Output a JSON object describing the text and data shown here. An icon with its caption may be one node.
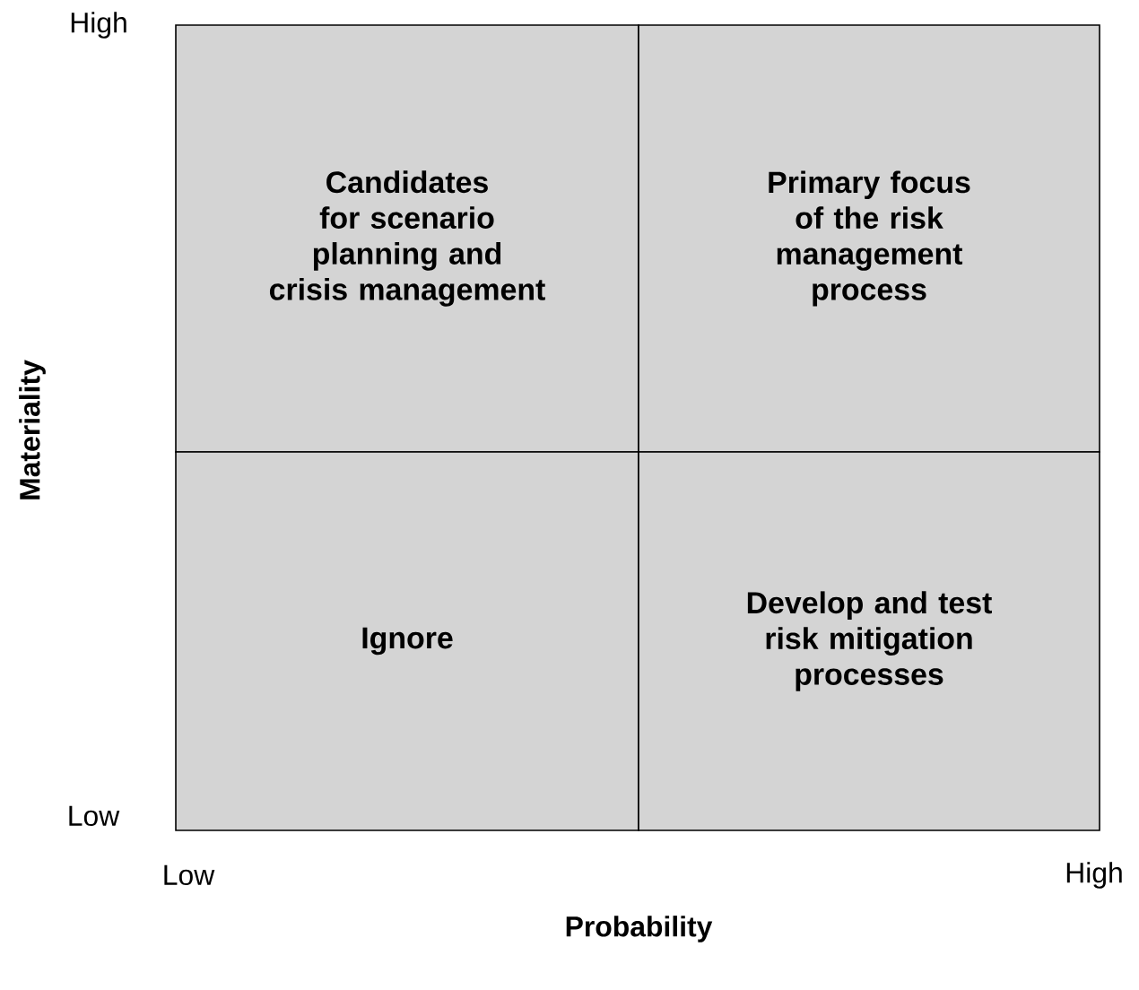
{
  "diagram": {
    "nodes": [
      {
        "text": [
          "Candidates for scenario planning and crisis management"
        ]
      },
      {
        "text": [
          "Primary focus of the risk management process"
        ]
      },
      {
        "text": [
          "Ignore"
        ]
      },
      {
        "text": [
          "Develop and test risk mitigation processes"
        ]
      }
    ],
    "labels": [
      "High",
      "Materiality",
      "Low",
      "Low",
      "High",
      "Probability"
    ]
  }
}
